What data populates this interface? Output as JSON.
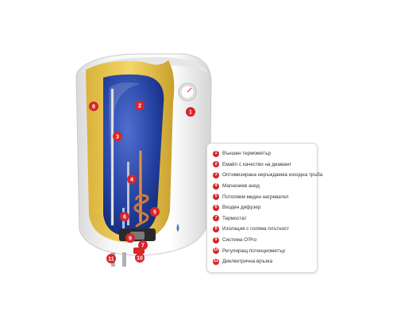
{
  "colors": {
    "callout": "#d7262c",
    "tank_blue": "#1e3f9c",
    "insulation_yellow": "#e9c84d",
    "casing_white": "#f2f2f2"
  },
  "callouts": {
    "n1": "1",
    "n2": "2",
    "n3": "3",
    "n4": "4",
    "n5": "5",
    "n6": "6",
    "n7": "7",
    "n8": "8",
    "n9": "9",
    "n10": "10",
    "n11": "11"
  },
  "legend": {
    "items": [
      {
        "num": "1",
        "label": "Външен термометър"
      },
      {
        "num": "2",
        "label": "Емайл с качество на диамант"
      },
      {
        "num": "3",
        "label": "Оптимизирана неръждаема изходна тръба"
      },
      {
        "num": "4",
        "label": "Магнезиев анод"
      },
      {
        "num": "5",
        "label": "Потопяем меден нагревател"
      },
      {
        "num": "6",
        "label": "Входен дифузер"
      },
      {
        "num": "7",
        "label": "Термостат"
      },
      {
        "num": "8",
        "label": "Изолация с голяма плътност"
      },
      {
        "num": "9",
        "label": "Система O'Pro"
      },
      {
        "num": "10",
        "label": "Регулиращ потенциометър"
      },
      {
        "num": "11",
        "label": "Диелектрична връзка"
      }
    ]
  }
}
